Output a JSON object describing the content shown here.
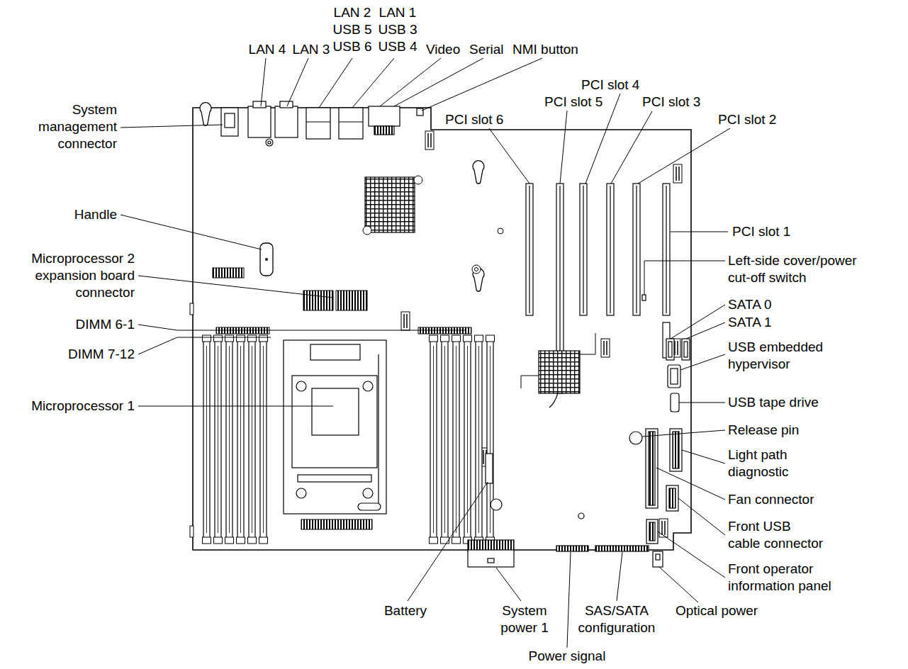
{
  "diagram": {
    "labels": [
      "LAN 4",
      "LAN 3",
      "LAN 2 USB 5 USB 6",
      "LAN 1 USB 3 USB 4",
      "Video",
      "Serial",
      "NMI button",
      "PCI slot 4",
      "PCI slot 5",
      "PCI slot 3",
      "PCI slot 6",
      "PCI slot 2",
      "System management connector",
      "Handle",
      "Microprocessor 2 expansion board connector",
      "DIMM 6-1",
      "DIMM 7-12",
      "Microprocessor 1",
      "PCI slot 1",
      "Left-side cover/power cut-off switch",
      "SATA 0",
      "SATA 1",
      "USB embedded hypervisor",
      "USB tape drive",
      "Release pin",
      "Light path diagnostic",
      "Fan connector",
      "Front USB cable connector",
      "Front operator information panel",
      "Battery",
      "System power 1",
      "SAS/SATA configuration",
      "Optical power",
      "Power signal"
    ]
  }
}
